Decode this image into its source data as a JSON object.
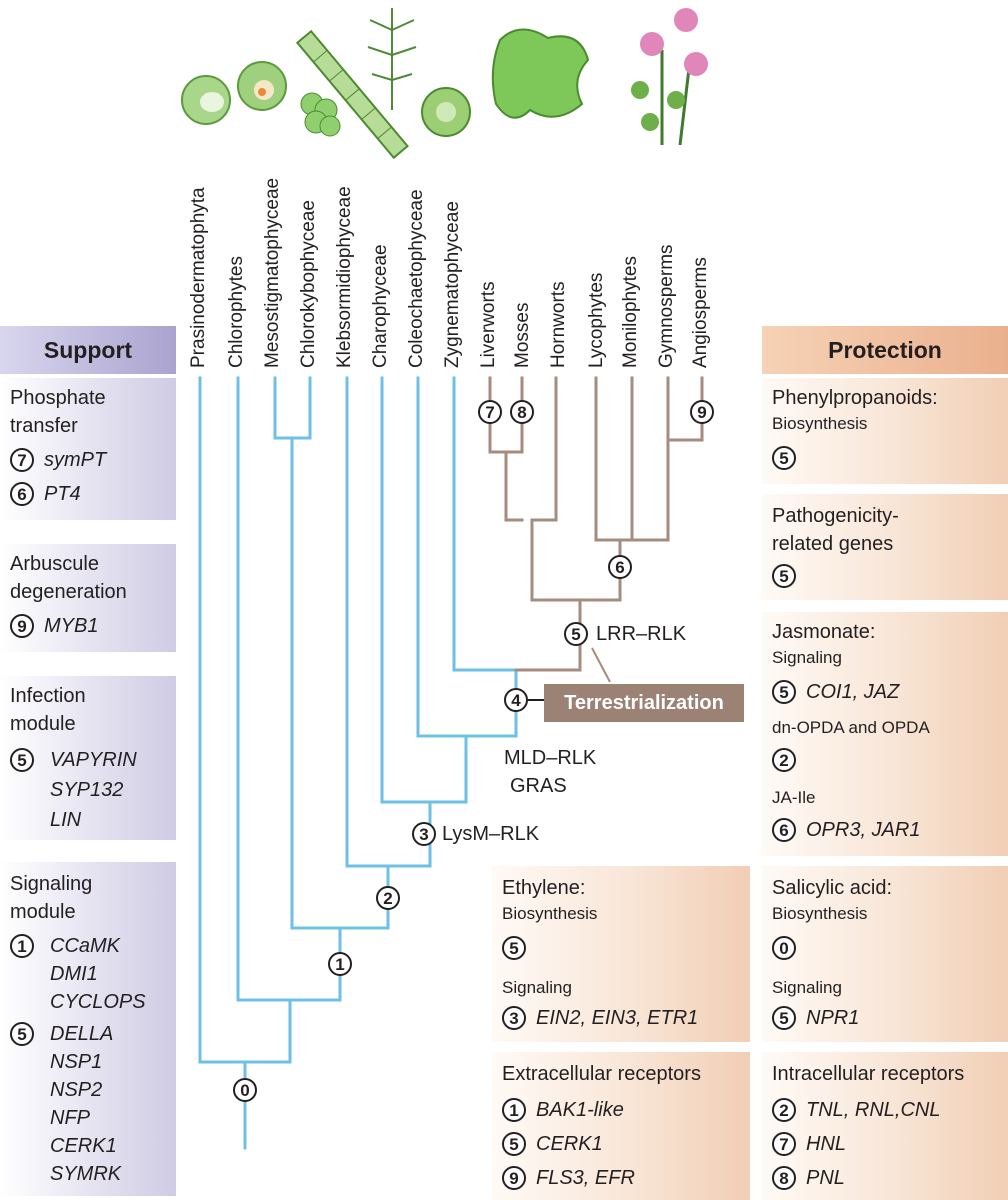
{
  "support": {
    "header": "Support",
    "phosphate": {
      "title1": "Phosphate",
      "title2": "transfer",
      "n1": "7",
      "g1": "symPT",
      "n2": "6",
      "g2": "PT4"
    },
    "arbuscule": {
      "title1": "Arbuscule",
      "title2": "degeneration",
      "n1": "9",
      "g1": "MYB1"
    },
    "infection": {
      "title1": "Infection",
      "title2": "module",
      "n1": "5",
      "genes": [
        "VAPYRIN",
        "SYP132",
        "LIN"
      ]
    },
    "signaling": {
      "title1": "Signaling",
      "title2": "module",
      "n1": "1",
      "genes1": [
        "CCaMK",
        "DMI1",
        "CYCLOPS"
      ],
      "n2": "5",
      "genes2": [
        "DELLA",
        "NSP1",
        "NSP2",
        "NFP",
        "CERK1",
        "SYMRK"
      ]
    }
  },
  "protection": {
    "header": "Protection",
    "phenyl": {
      "title": "Phenylpropanoids:",
      "sub": "Biosynthesis",
      "n1": "5"
    },
    "pathogen": {
      "title1": "Pathogenicity-",
      "title2": "related genes",
      "n1": "5"
    },
    "jasmonate": {
      "title": "Jasmonate:",
      "sub1": "Signaling",
      "n1": "5",
      "g1": "COI1, JAZ",
      "sub2": "dn-OPDA and OPDA",
      "n2": "2",
      "sub3": "JA-Ile",
      "n3": "6",
      "g3": "OPR3, JAR1"
    },
    "salicylic": {
      "title": "Salicylic acid:",
      "sub1": "Biosynthesis",
      "n1": "0",
      "sub2": "Signaling",
      "n2": "5",
      "g2": "NPR1"
    },
    "ethylene": {
      "title": "Ethylene:",
      "sub1": "Biosynthesis",
      "n1": "5",
      "sub2": "Signaling",
      "n2": "3",
      "g2": "EIN2, EIN3, ETR1"
    },
    "extracellular": {
      "title": "Extracellular receptors",
      "n1": "1",
      "g1": "BAK1-like",
      "n2": "5",
      "g2": "CERK1",
      "n3": "9",
      "g3": "FLS3, EFR"
    },
    "intracellular": {
      "title": "Intracellular receptors",
      "n1": "2",
      "g1": "TNL, RNL,CNL",
      "n2": "7",
      "g2": "HNL",
      "n3": "8",
      "g3": "PNL"
    }
  },
  "taxa": [
    "Prasinodermatophyta",
    "Chlorophytes",
    "Mesostigmatophyceae",
    "Chlorokybophyceae",
    "Klebsormidiophyceae",
    "Charophyceae",
    "Coleochaetophyceae",
    "Zygnematophyceae",
    "Liverworts",
    "Mosses",
    "Hornworts",
    "Lycophytes",
    "Monilophytes",
    "Gymnosperms",
    "Angiosperms"
  ],
  "tree": {
    "n0": "0",
    "n1": "1",
    "n2": "2",
    "n3": "3",
    "n3_label": "LysM–RLK",
    "n4": "4",
    "n4_label1": "MLD–RLK",
    "n4_label2": "GRAS",
    "n5": "5",
    "n5_label": "LRR–RLK",
    "n6": "6",
    "liverworts_n": "7",
    "mosses_n": "8",
    "angiosperms_n": "9",
    "terrestrialization": "Terrestrialization"
  },
  "colors": {
    "algae_branch": "#6ec1e4",
    "land_branch": "#a68b7e",
    "support_accent": "#aaa3cf",
    "protection_accent": "#eab08d"
  }
}
